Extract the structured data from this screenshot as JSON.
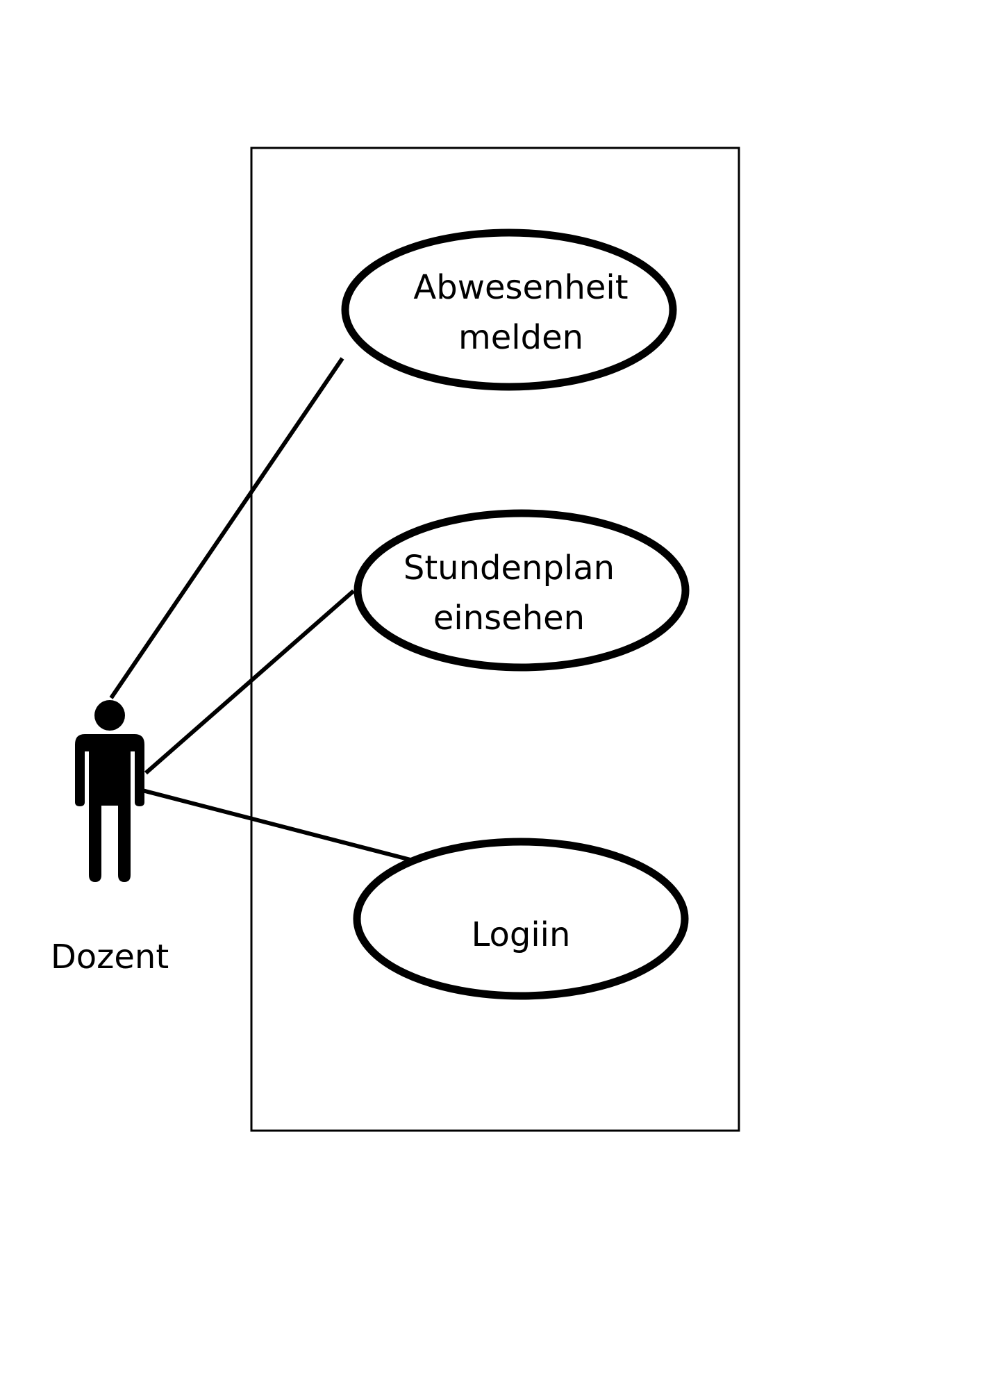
{
  "actor": {
    "name": "Dozent",
    "icon": "person-icon"
  },
  "use_cases": [
    {
      "line1": "Abwesenheit",
      "line2": "melden"
    },
    {
      "line1": "Stundenplan",
      "line2": "einsehen"
    },
    {
      "line1": "Logiin",
      "line2": ""
    }
  ],
  "colors": {
    "stroke": "#000000",
    "background": "#ffffff"
  }
}
